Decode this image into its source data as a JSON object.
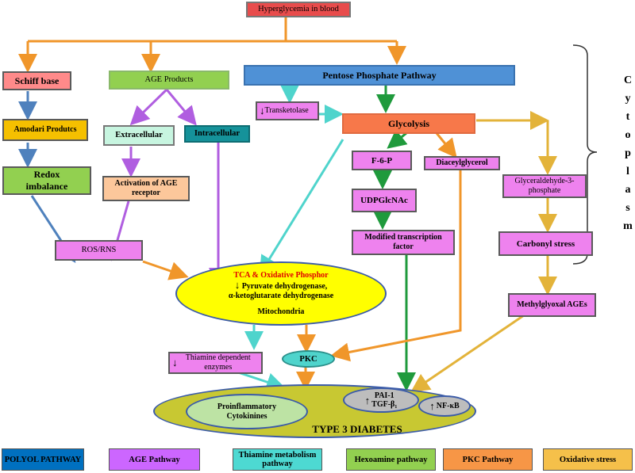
{
  "nodes": {
    "hyperglycemia": "Hyperglycemia  in blood",
    "schiff_base": "Schiff base",
    "age_products": "AGE Products",
    "pentose": "Pentose Phosphate  Pathway",
    "amodari": "Amodari Produtcs",
    "redox_line1": "Redox",
    "redox_line2": "imbalance",
    "extracellular": "Extracellular",
    "intracellular": "Intracellular",
    "activation": "Activation of AGE receptor",
    "transketolase": "Transketolase",
    "glycolysis": "Glycolysis",
    "f6p": "F-6-P",
    "diacylglycerol": "Diaceylglycerol",
    "glyceraldehyde": "Glyceraldehyde-3-phosphate",
    "udpg": "UDPGlcNAc",
    "modified": "Modified  transcription factor",
    "carbonyl": "Carbonyl  stress",
    "ros": "ROS/RNS",
    "tca_title": "TCA  & Oxidative  Phosphor",
    "tca_line2": "Pyruvate  dehydrogenase,",
    "tca_line3": "α-ketoglutarate  dehydrogenase",
    "mitochondria": "Mitochondria",
    "methylglyoxal": "Methylglyoxal AGEs",
    "thiamine": "Thiamine  dependent enzymes",
    "pkc": "PKC",
    "proinflammatory": "Proinflammatory Cytokinines",
    "pai": "PAI-1",
    "tgf": "TGF-β₁",
    "nfkb": "NF-κB",
    "type3": "TYPE 3 DIABETES"
  },
  "cytoplasm_letters": [
    "C",
    "y",
    "t",
    "o",
    "p",
    "l",
    "a",
    "s",
    "m"
  ],
  "legend": [
    {
      "label": "POLYOL PATHWAY",
      "color": "#0070c0"
    },
    {
      "label": "AGE Pathway",
      "color": "#cc66ff"
    },
    {
      "label": "Thiamine metabolism pathway",
      "color": "#4dd9d2"
    },
    {
      "label": "Hexoamine  pathway",
      "color": "#92d050"
    },
    {
      "label": "PKC Pathway",
      "color": "#f79646"
    },
    {
      "label": "Oxidative  stress",
      "color": "#f5c04a"
    }
  ],
  "colors": {
    "orange": "#f0962a",
    "blue": "#4f81bd",
    "purple": "#b05ee0",
    "teal": "#4fd4cc",
    "green": "#1f9a3c",
    "gold": "#e3b33a",
    "red_box": "#e84c4c",
    "yellow": "#ffff00"
  }
}
